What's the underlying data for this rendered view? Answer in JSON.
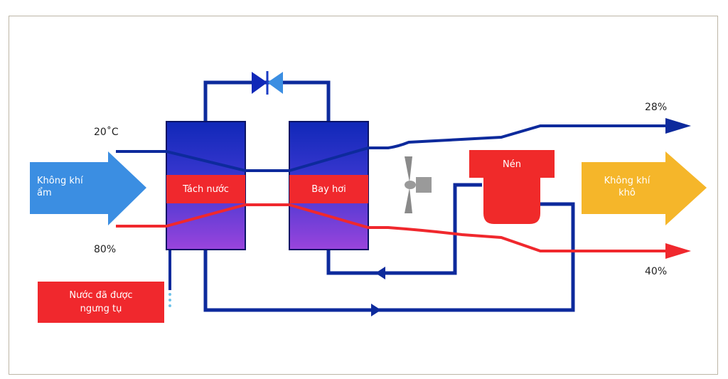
{
  "labels": {
    "temp_in": "20˚C",
    "humidity_in": "80%",
    "humidity_out_top": "28%",
    "humidity_out_bottom": "40%",
    "moist_air": "Không khí\nẩm",
    "dry_air": "Không khí\nkhô",
    "condenser_unit": "Tách nước",
    "evaporator_unit": "Bay hơi",
    "compressor": "Nén",
    "condensed_water": "Nước đã được\nngưng tụ"
  },
  "colors": {
    "pipe_blue": "#0d2a9c",
    "air_red": "#f0282d",
    "moist_arrow": "#3b8ee2",
    "dry_arrow": "#f5b62a",
    "unit_top": "#1028b8",
    "unit_bottom": "#8f3fd6",
    "compressor": "#f02a2a",
    "label_band": "#f0282d"
  },
  "icons": {
    "expansion_valve": "valve-icon",
    "fan": "fan-icon"
  }
}
